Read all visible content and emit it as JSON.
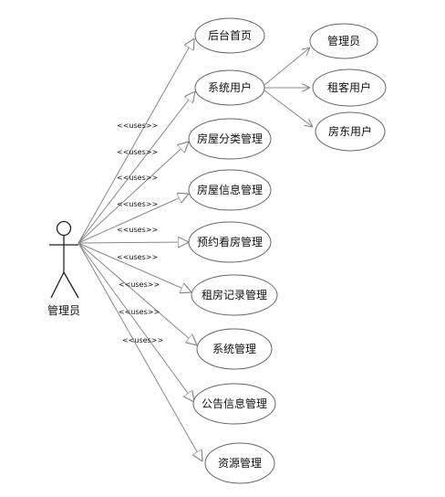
{
  "actor": {
    "label": "管理员"
  },
  "uses_label": "<<uses>>",
  "use_cases": {
    "home": "后台首页",
    "sys_users": "系统用户",
    "house_category": "房屋分类管理",
    "house_info": "房屋信息管理",
    "viewing": "预约看房管理",
    "rent_records": "租房记录管理",
    "sys_manage": "系统管理",
    "notice": "公告信息管理",
    "resources": "资源管理"
  },
  "sub_users": {
    "admin": "管理员",
    "tenant": "租客用户",
    "landlord": "房东用户"
  }
}
